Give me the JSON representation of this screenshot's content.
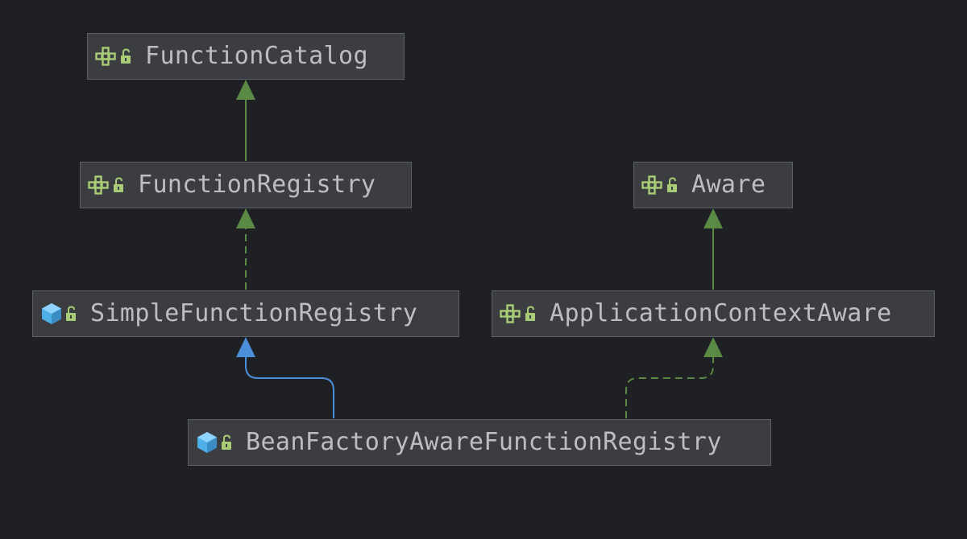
{
  "diagram": {
    "nodes": [
      {
        "id": "function-catalog",
        "label": "FunctionCatalog",
        "kind": "interface"
      },
      {
        "id": "function-registry",
        "label": "FunctionRegistry",
        "kind": "interface"
      },
      {
        "id": "aware",
        "label": "Aware",
        "kind": "interface"
      },
      {
        "id": "simple-function-registry",
        "label": "SimpleFunctionRegistry",
        "kind": "class"
      },
      {
        "id": "application-context-aware",
        "label": "ApplicationContextAware",
        "kind": "interface"
      },
      {
        "id": "bean-factory-aware-function-registry",
        "label": "BeanFactoryAwareFunctionRegistry",
        "kind": "class"
      }
    ],
    "edges": [
      {
        "from": "function-registry",
        "to": "function-catalog",
        "relation": "extends"
      },
      {
        "from": "simple-function-registry",
        "to": "function-registry",
        "relation": "implements"
      },
      {
        "from": "application-context-aware",
        "to": "aware",
        "relation": "extends"
      },
      {
        "from": "bean-factory-aware-function-registry",
        "to": "simple-function-registry",
        "relation": "extends-class"
      },
      {
        "from": "bean-factory-aware-function-registry",
        "to": "application-context-aware",
        "relation": "implements"
      }
    ],
    "colors": {
      "interface_icon": "#a8cd76",
      "class_icon": "#4fb0e8",
      "interface_edge": "#5b8a45",
      "class_edge": "#4b8fd9"
    }
  }
}
